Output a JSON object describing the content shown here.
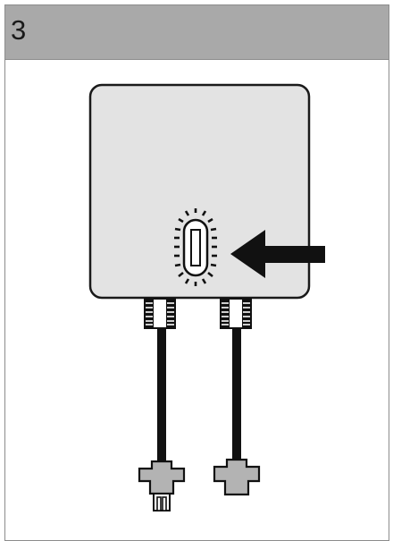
{
  "step": {
    "number": "3"
  },
  "illustration": {
    "subject": "device-with-two-cables",
    "highlight": "indicator-light",
    "pointer": "arrow-left",
    "colors": {
      "header_background": "#a9a9a9",
      "device_fill": "#e3e3e3",
      "outline": "#1a1a1a",
      "connector_fill": "#b3b3b3"
    }
  }
}
